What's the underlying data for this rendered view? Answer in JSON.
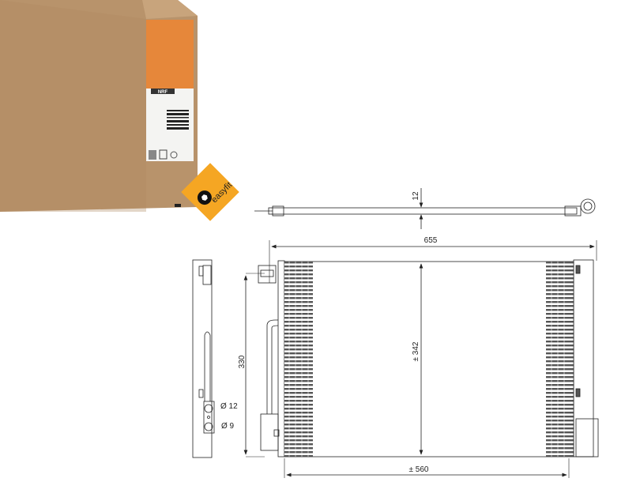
{
  "product_box": {
    "brand_logo_text": "NRF",
    "badge_text": "easyfit",
    "colors": {
      "cardboard": "#b8936b",
      "label_orange": "#e6873a",
      "badge_yellow": "#f5a623"
    }
  },
  "top_view": {
    "thickness_label": "12"
  },
  "front_view": {
    "overall_width_label": "655",
    "core_height_label": "± 342",
    "core_width_label": "± 560",
    "connection_height_label": "330"
  },
  "side_view": {
    "port_1_label": "Ø 12",
    "port_2_label": "Ø 9"
  }
}
